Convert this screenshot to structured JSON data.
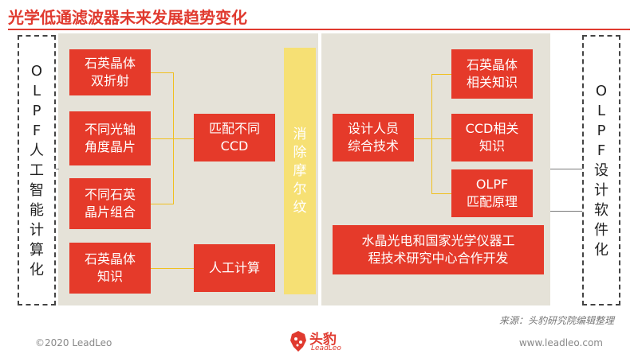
{
  "title": "光学低通滤波器未来发展趋势变化",
  "left_label": [
    "O",
    "L",
    "P",
    "F",
    "人",
    "工",
    "智",
    "能",
    "计",
    "算",
    "化"
  ],
  "right_label": [
    "O",
    "L",
    "P",
    "F",
    "设",
    "计",
    "软",
    "件",
    "化"
  ],
  "left_boxes": {
    "quartz_birefringence": [
      "石英晶体",
      "双折射"
    ],
    "optical_axis_angle": [
      "不同光轴",
      "角度晶片"
    ],
    "quartz_wafer_combo": [
      "不同石英",
      "晶片组合"
    ],
    "quartz_knowledge": [
      "石英晶体",
      "知识"
    ],
    "match_ccd": [
      "匹配不同",
      "CCD"
    ],
    "ai_compute": [
      "人工计算"
    ]
  },
  "center_bar": [
    "消",
    "除",
    "摩",
    "尔",
    "纹"
  ],
  "right_boxes": {
    "designer_skill": [
      "设计人员",
      "综合技术"
    ],
    "quartz_related": [
      "石英晶体",
      "相关知识"
    ],
    "ccd_related": [
      "CCD相关",
      "知识"
    ],
    "olpf_principle": [
      "OLPF",
      "匹配原理"
    ],
    "cooperation": [
      "水晶光电和国家光学仪器工",
      "程技术研究中心合作开发"
    ]
  },
  "source": "来源：头豹研究院编辑整理",
  "copyright": "©2020 LeadLeo",
  "website": "www.leadleo.com",
  "logo": {
    "cn": "头豹",
    "en": "LeadLeo"
  },
  "colors": {
    "accent": "#e03a2f",
    "box": "#e53a2a",
    "bar": "#f6e074",
    "panel": "#e5e2d8",
    "connector": "#f0c020"
  }
}
